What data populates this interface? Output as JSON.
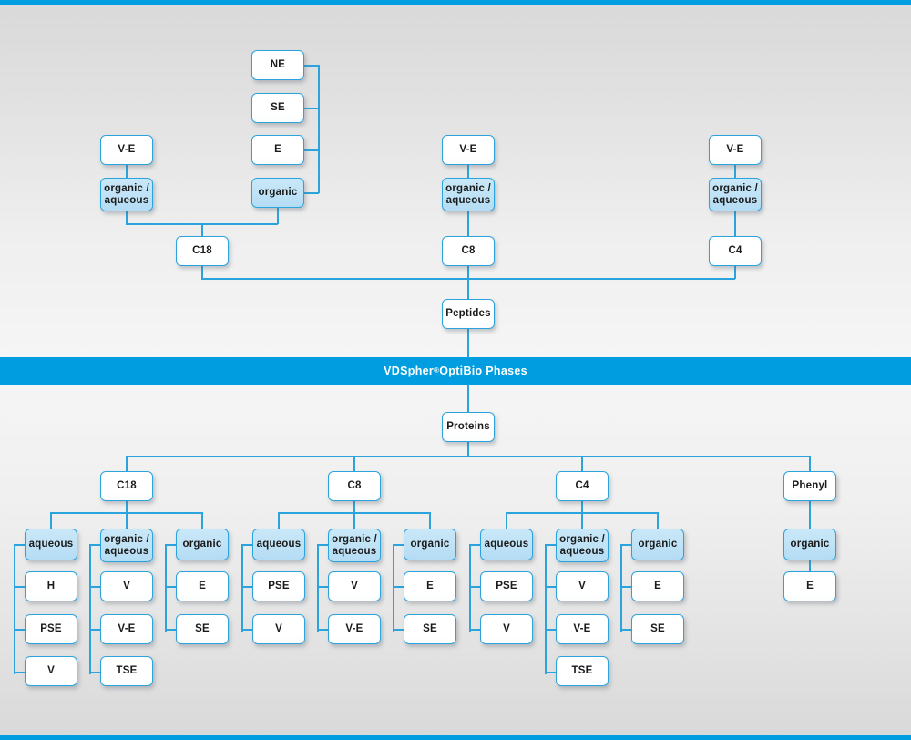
{
  "banner": {
    "brand": "VDSpher",
    "sup": "®",
    "rest": " OptiBio Phases"
  },
  "colors": {
    "accent": "#009ee0",
    "line": "#2ba3dd",
    "node_blue_fill": "#bfe2f6",
    "node_white_fill": "#ffffff",
    "text": "#1a1a1a",
    "bg_light": "#f5f5f5",
    "bg_dark": "#d9d9d9"
  },
  "peptides": {
    "root": "Peptides",
    "c18": {
      "phase": "C18",
      "aq_group": {
        "mode": "organic /\naqueous",
        "items": [
          "V-E"
        ]
      },
      "org_group": {
        "mode": "organic",
        "items": [
          "NE",
          "SE",
          "E"
        ]
      }
    },
    "c8": {
      "phase": "C8",
      "aq_group": {
        "mode": "organic /\naqueous",
        "items": [
          "V-E"
        ]
      }
    },
    "c4": {
      "phase": "C4",
      "aq_group": {
        "mode": "organic /\naqueous",
        "items": [
          "V-E"
        ]
      }
    }
  },
  "proteins": {
    "root": "Proteins",
    "branches": [
      {
        "phase": "C18",
        "groups": [
          {
            "mode": "aqueous",
            "items": [
              "H",
              "PSE",
              "V"
            ]
          },
          {
            "mode": "organic /\naqueous",
            "items": [
              "V",
              "V-E",
              "TSE"
            ]
          },
          {
            "mode": "organic",
            "items": [
              "E",
              "SE"
            ]
          }
        ]
      },
      {
        "phase": "C8",
        "groups": [
          {
            "mode": "aqueous",
            "items": [
              "PSE",
              "V"
            ]
          },
          {
            "mode": "organic /\naqueous",
            "items": [
              "V",
              "V-E"
            ]
          },
          {
            "mode": "organic",
            "items": [
              "E",
              "SE"
            ]
          }
        ]
      },
      {
        "phase": "C4",
        "groups": [
          {
            "mode": "aqueous",
            "items": [
              "PSE",
              "V"
            ]
          },
          {
            "mode": "organic /\naqueous",
            "items": [
              "V",
              "V-E",
              "TSE"
            ]
          },
          {
            "mode": "organic",
            "items": [
              "E",
              "SE"
            ]
          }
        ]
      },
      {
        "phase": "Phenyl",
        "groups": [
          {
            "mode": "organic",
            "items": [
              "E"
            ]
          }
        ]
      }
    ]
  }
}
